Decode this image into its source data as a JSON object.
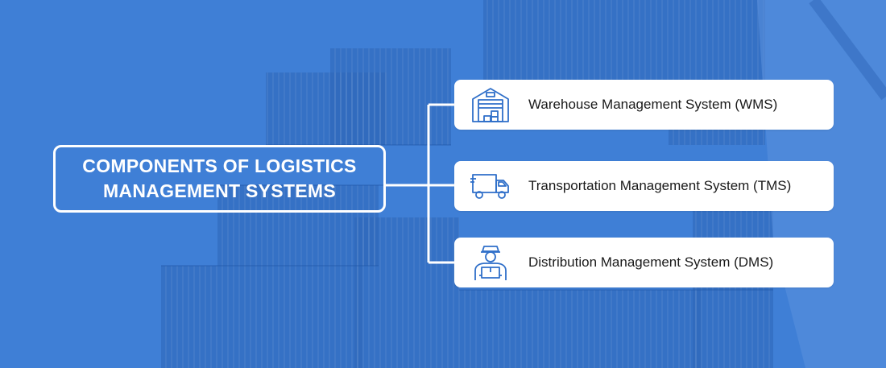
{
  "diagram": {
    "center_title": "COMPONENTS OF LOGISTICS MANAGEMENT SYSTEMS",
    "components": [
      {
        "label": "Warehouse Management System (WMS)",
        "icon": "warehouse-icon"
      },
      {
        "label": "Transportation Management System (TMS)",
        "icon": "delivery-truck-icon"
      },
      {
        "label": "Distribution Management System (DMS)",
        "icon": "delivery-person-icon"
      }
    ]
  },
  "colors": {
    "background": "#3f7fd6",
    "card": "#ffffff",
    "icon_stroke": "#2f6fc9",
    "text_dark": "#1a1a1a"
  }
}
